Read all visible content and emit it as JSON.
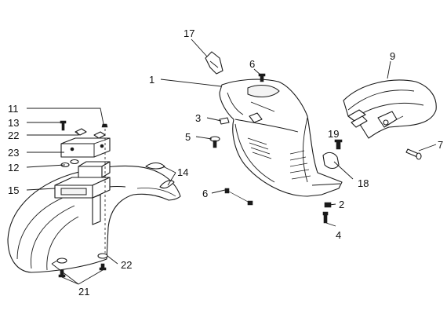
{
  "callouts": {
    "c1": "1",
    "c2": "2",
    "c3": "3",
    "c4": "4",
    "c5": "5",
    "c6a": "6",
    "c6b": "6",
    "c7": "7",
    "c9": "9",
    "c11": "11",
    "c12": "12",
    "c13": "13",
    "c14": "14",
    "c15": "15",
    "c17": "17",
    "c18": "18",
    "c19": "19",
    "c21": "21",
    "c22a": "22",
    "c22b": "22",
    "c23": "23"
  },
  "colors": {
    "line": "#1a1a1a",
    "background": "#ffffff"
  }
}
